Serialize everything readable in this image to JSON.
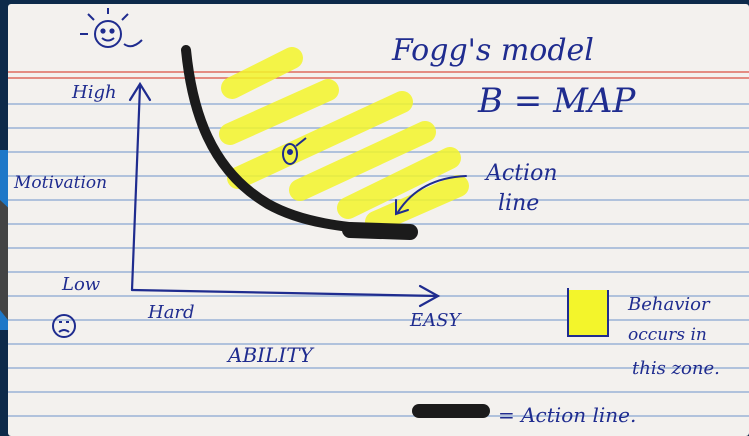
{
  "title": "Fogg's model",
  "formula": "B = MAP",
  "y_axis": {
    "label": "Motivation",
    "high": "High",
    "low": "Low"
  },
  "x_axis": {
    "label": "ABILITY",
    "hard": "Hard",
    "easy": "EASY"
  },
  "action_line_label_1": "Action",
  "action_line_label_2": "line",
  "legend": {
    "zone_line_1": "Behavior",
    "zone_line_2": "occurs in",
    "zone_line_3": "this zone.",
    "action_line": "= Action line."
  },
  "colors": {
    "ink": "#1f2c8f",
    "highlight": "#f3f52b",
    "action_line": "#1b1b1b",
    "rule_blue": "#9ab2d6",
    "rule_red": "#e06a5e",
    "card": "#f3f1ee"
  }
}
